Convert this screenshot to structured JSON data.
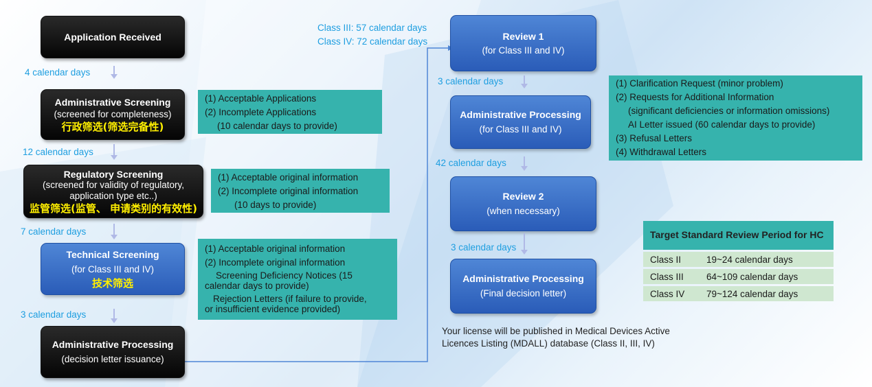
{
  "left_flow": {
    "application_received": {
      "title": "Application Received"
    },
    "days_1": "4 calendar days",
    "admin_screening": {
      "title": "Administrative Screening",
      "subtitle": "(screened for completeness)",
      "cn": "行政筛选(筛选完备性)"
    },
    "admin_screening_outcomes": [
      "(1) Acceptable Applications",
      "(2) Incomplete Applications",
      "(10 calendar days to provide)"
    ],
    "days_2": "12 calendar days",
    "regulatory_screening": {
      "title": "Regulatory Screening",
      "subtitle_1": "(screened for validity of regulatory,",
      "subtitle_2": "application type etc..)",
      "cn": "监管筛选(监管、 申请类别的有效性)"
    },
    "regulatory_outcomes": [
      "(1) Acceptable original information",
      "(2) Incomplete original information",
      "(10 days to provide)"
    ],
    "days_3": "7 calendar days",
    "technical_screening": {
      "title": "Technical Screening",
      "subtitle": "(for Class III and IV)",
      "cn": "技术筛选"
    },
    "technical_outcomes": [
      "(1) Acceptable original information",
      "(2) Incomplete original information",
      "Screening Deficiency Notices (15",
      "calendar days  to provide)",
      "Rejection Letters (if failure  to provide,",
      "or insufficient  evidence provided)"
    ],
    "days_4": "3 calendar days",
    "admin_processing": {
      "title": "Administrative Processing",
      "subtitle": "(decision letter issuance)"
    }
  },
  "right_flow": {
    "class_days": [
      "Class III: 57 calendar days",
      "Class IV: 72 calendar days"
    ],
    "review1": {
      "title": "Review 1",
      "subtitle": "(for Class III and IV)"
    },
    "days_a": "3 calendar days",
    "admin_processing_2": {
      "title": "Administrative Processing",
      "subtitle": "(for Class III and IV)"
    },
    "review_outcomes": [
      "(1) Clarification Request (minor problem)",
      "(2) Requests for Additional Information",
      "(significant deficiencies or information omissions)",
      "AI Letter issued (60 calendar days to provide)",
      "(3) Refusal Letters",
      "(4) Withdrawal Letters"
    ],
    "days_b": "42 calendar days",
    "review2": {
      "title": "Review 2",
      "subtitle": "(when necessary)"
    },
    "days_c": "3 calendar days",
    "admin_processing_3": {
      "title": "Administrative Processing",
      "subtitle": "(Final decision letter)"
    },
    "license_note": [
      "Your license will be published in Medical Devices Active",
      "Licences Listing (MDALL) database (Class II, III, IV)"
    ]
  },
  "target_table": {
    "title": "Target Standard Review Period for HC",
    "rows": [
      {
        "cls": "Class II",
        "period": "19~24 calendar days"
      },
      {
        "cls": "Class III",
        "period": "64~109 calendar days"
      },
      {
        "cls": "Class IV",
        "period": "79~124 calendar days"
      }
    ]
  },
  "colors": {
    "teal": "#36b3ad",
    "blue_box": "#3a6fc8",
    "days_text": "#1e9ee0",
    "chinese_text": "#ffef00"
  }
}
